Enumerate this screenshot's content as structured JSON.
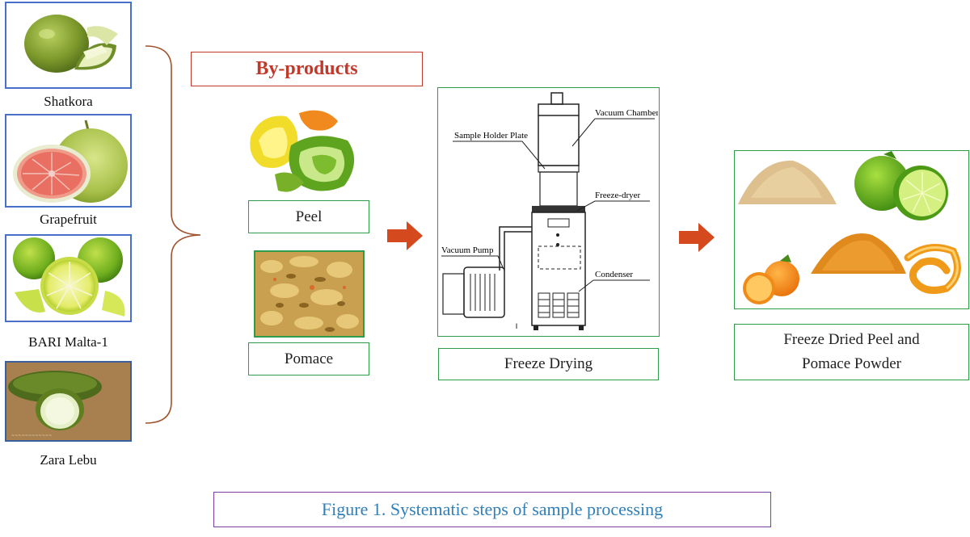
{
  "fruits": [
    {
      "label": "Shatkora"
    },
    {
      "label": "Grapefruit"
    },
    {
      "label": "BARI Malta-1"
    },
    {
      "label": "Zara Lebu"
    }
  ],
  "byproducts": {
    "title": "By-products",
    "title_color": "#c0392b"
  },
  "peel": {
    "label": "Peel"
  },
  "pomace": {
    "label": "Pomace"
  },
  "freeze_drying": {
    "label": "Freeze Drying",
    "diagram_labels": {
      "vacuum_chamber": "Vacuum Chamber",
      "sample_holder": "Sample Holder Plate",
      "freeze_dryer": "Freeze-dryer",
      "vacuum_pump": "Vacuum Pump",
      "condenser": "Condenser"
    }
  },
  "output": {
    "line1": "Freeze Dried Peel and",
    "line2": "Pomace Powder"
  },
  "caption": {
    "text": "Figure 1. Systematic steps of sample processing",
    "color": "#2f7fb8"
  },
  "colors": {
    "box_green": "#2e9c4a",
    "fruit_border": "#4a6fc8",
    "arrow": "#d4491e",
    "brace": "#a0522d",
    "caption_border": "#7a3da0"
  }
}
